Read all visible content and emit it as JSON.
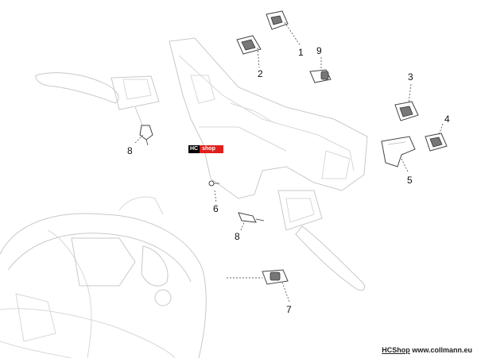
{
  "callouts": [
    {
      "id": "1",
      "label": "1"
    },
    {
      "id": "2",
      "label": "2"
    },
    {
      "id": "9",
      "label": "9"
    },
    {
      "id": "3",
      "label": "3"
    },
    {
      "id": "4",
      "label": "4"
    },
    {
      "id": "5",
      "label": "5"
    },
    {
      "id": "6",
      "label": "6"
    },
    {
      "id": "8a",
      "label": "8"
    },
    {
      "id": "8b",
      "label": "8"
    },
    {
      "id": "7",
      "label": "7"
    }
  ],
  "badge": {
    "left": "HC",
    "right": "shop"
  },
  "watermark": {
    "brand": "HCShop",
    "url": "www.collmann.eu"
  }
}
